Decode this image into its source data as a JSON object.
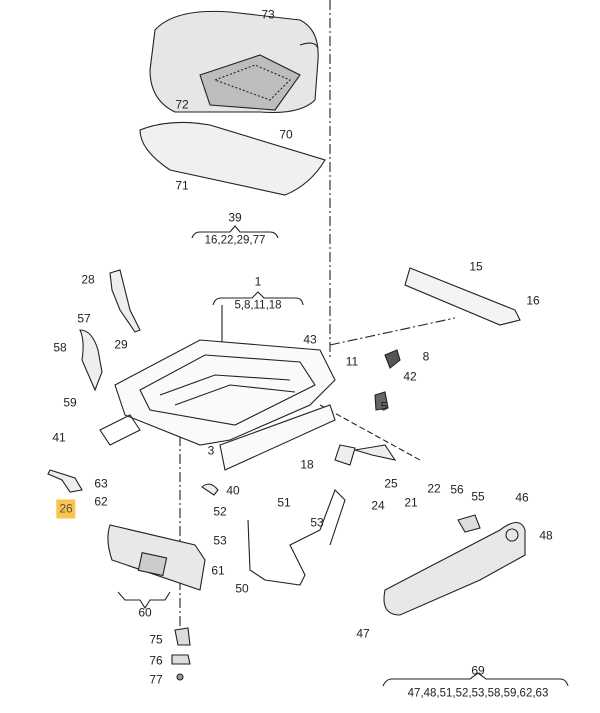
{
  "diagram": {
    "callouts": {
      "c73": "73",
      "c72": "72",
      "c70": "70",
      "c71": "71",
      "c39": "39",
      "c1": "1",
      "c28": "28",
      "c15": "15",
      "c16": "16",
      "c57": "57",
      "c58": "58",
      "c29": "29",
      "c43": "43",
      "c11": "11",
      "c8": "8",
      "c42": "42",
      "c5": "5",
      "c59": "59",
      "c41": "41",
      "c3": "3",
      "c18": "18",
      "c25": "25",
      "c22": "22",
      "c21": "21",
      "c24": "24",
      "c63": "63",
      "c40": "40",
      "c56": "56",
      "c55": "55",
      "c46": "46",
      "c26": "26",
      "c62": "62",
      "c51": "51",
      "c52": "52",
      "c53a": "53",
      "c53b": "53",
      "c48": "48",
      "c61": "61",
      "c50": "50",
      "c60": "60",
      "c47": "47",
      "c75": "75",
      "c76": "76",
      "c77": "77",
      "c69": "69"
    },
    "groups": {
      "g39": "16,22,29,77",
      "g1": "5,8,11,18",
      "g69": "47,48,51,52,53,58,59,62,63"
    },
    "highlighted_part": "26",
    "highlight_color": "#f8c64a"
  }
}
